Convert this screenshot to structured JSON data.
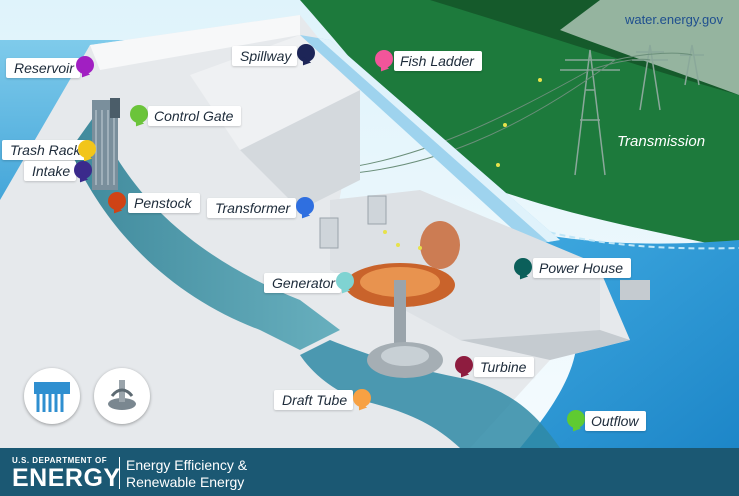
{
  "site_url": "water.energy.gov",
  "transmission_label": "Transmission",
  "labels": {
    "reservoir": "Reservoir",
    "control_gate": "Control Gate",
    "trash_rack": "Trash Rack",
    "intake": "Intake",
    "penstock": "Penstock",
    "spillway": "Spillway",
    "fish_ladder": "Fish Ladder",
    "transformer": "Transformer",
    "generator": "Generator",
    "power_house": "Power House",
    "turbine": "Turbine",
    "draft_tube": "Draft Tube",
    "outflow": "Outflow"
  },
  "pin_colors": {
    "reservoir": "#a11fc2",
    "control_gate": "#6bc43a",
    "trash_rack": "#f2c51a",
    "intake": "#3b2a8c",
    "penstock": "#cf4315",
    "spillway": "#1d2557",
    "fish_ladder": "#f2559a",
    "transformer": "#2f6fe0",
    "generator": "#7fd3d2",
    "power_house": "#0b5f5a",
    "turbine": "#8e1c3f",
    "draft_tube": "#f7a143",
    "outflow": "#5fcb31"
  },
  "footer": {
    "agency_small": "U.S. DEPARTMENT OF",
    "agency_big": "ENERGY",
    "office_line1": "Energy Efficiency &",
    "office_line2": "Renewable Energy"
  },
  "icons": [
    "dam-icon",
    "turbine-icon"
  ]
}
